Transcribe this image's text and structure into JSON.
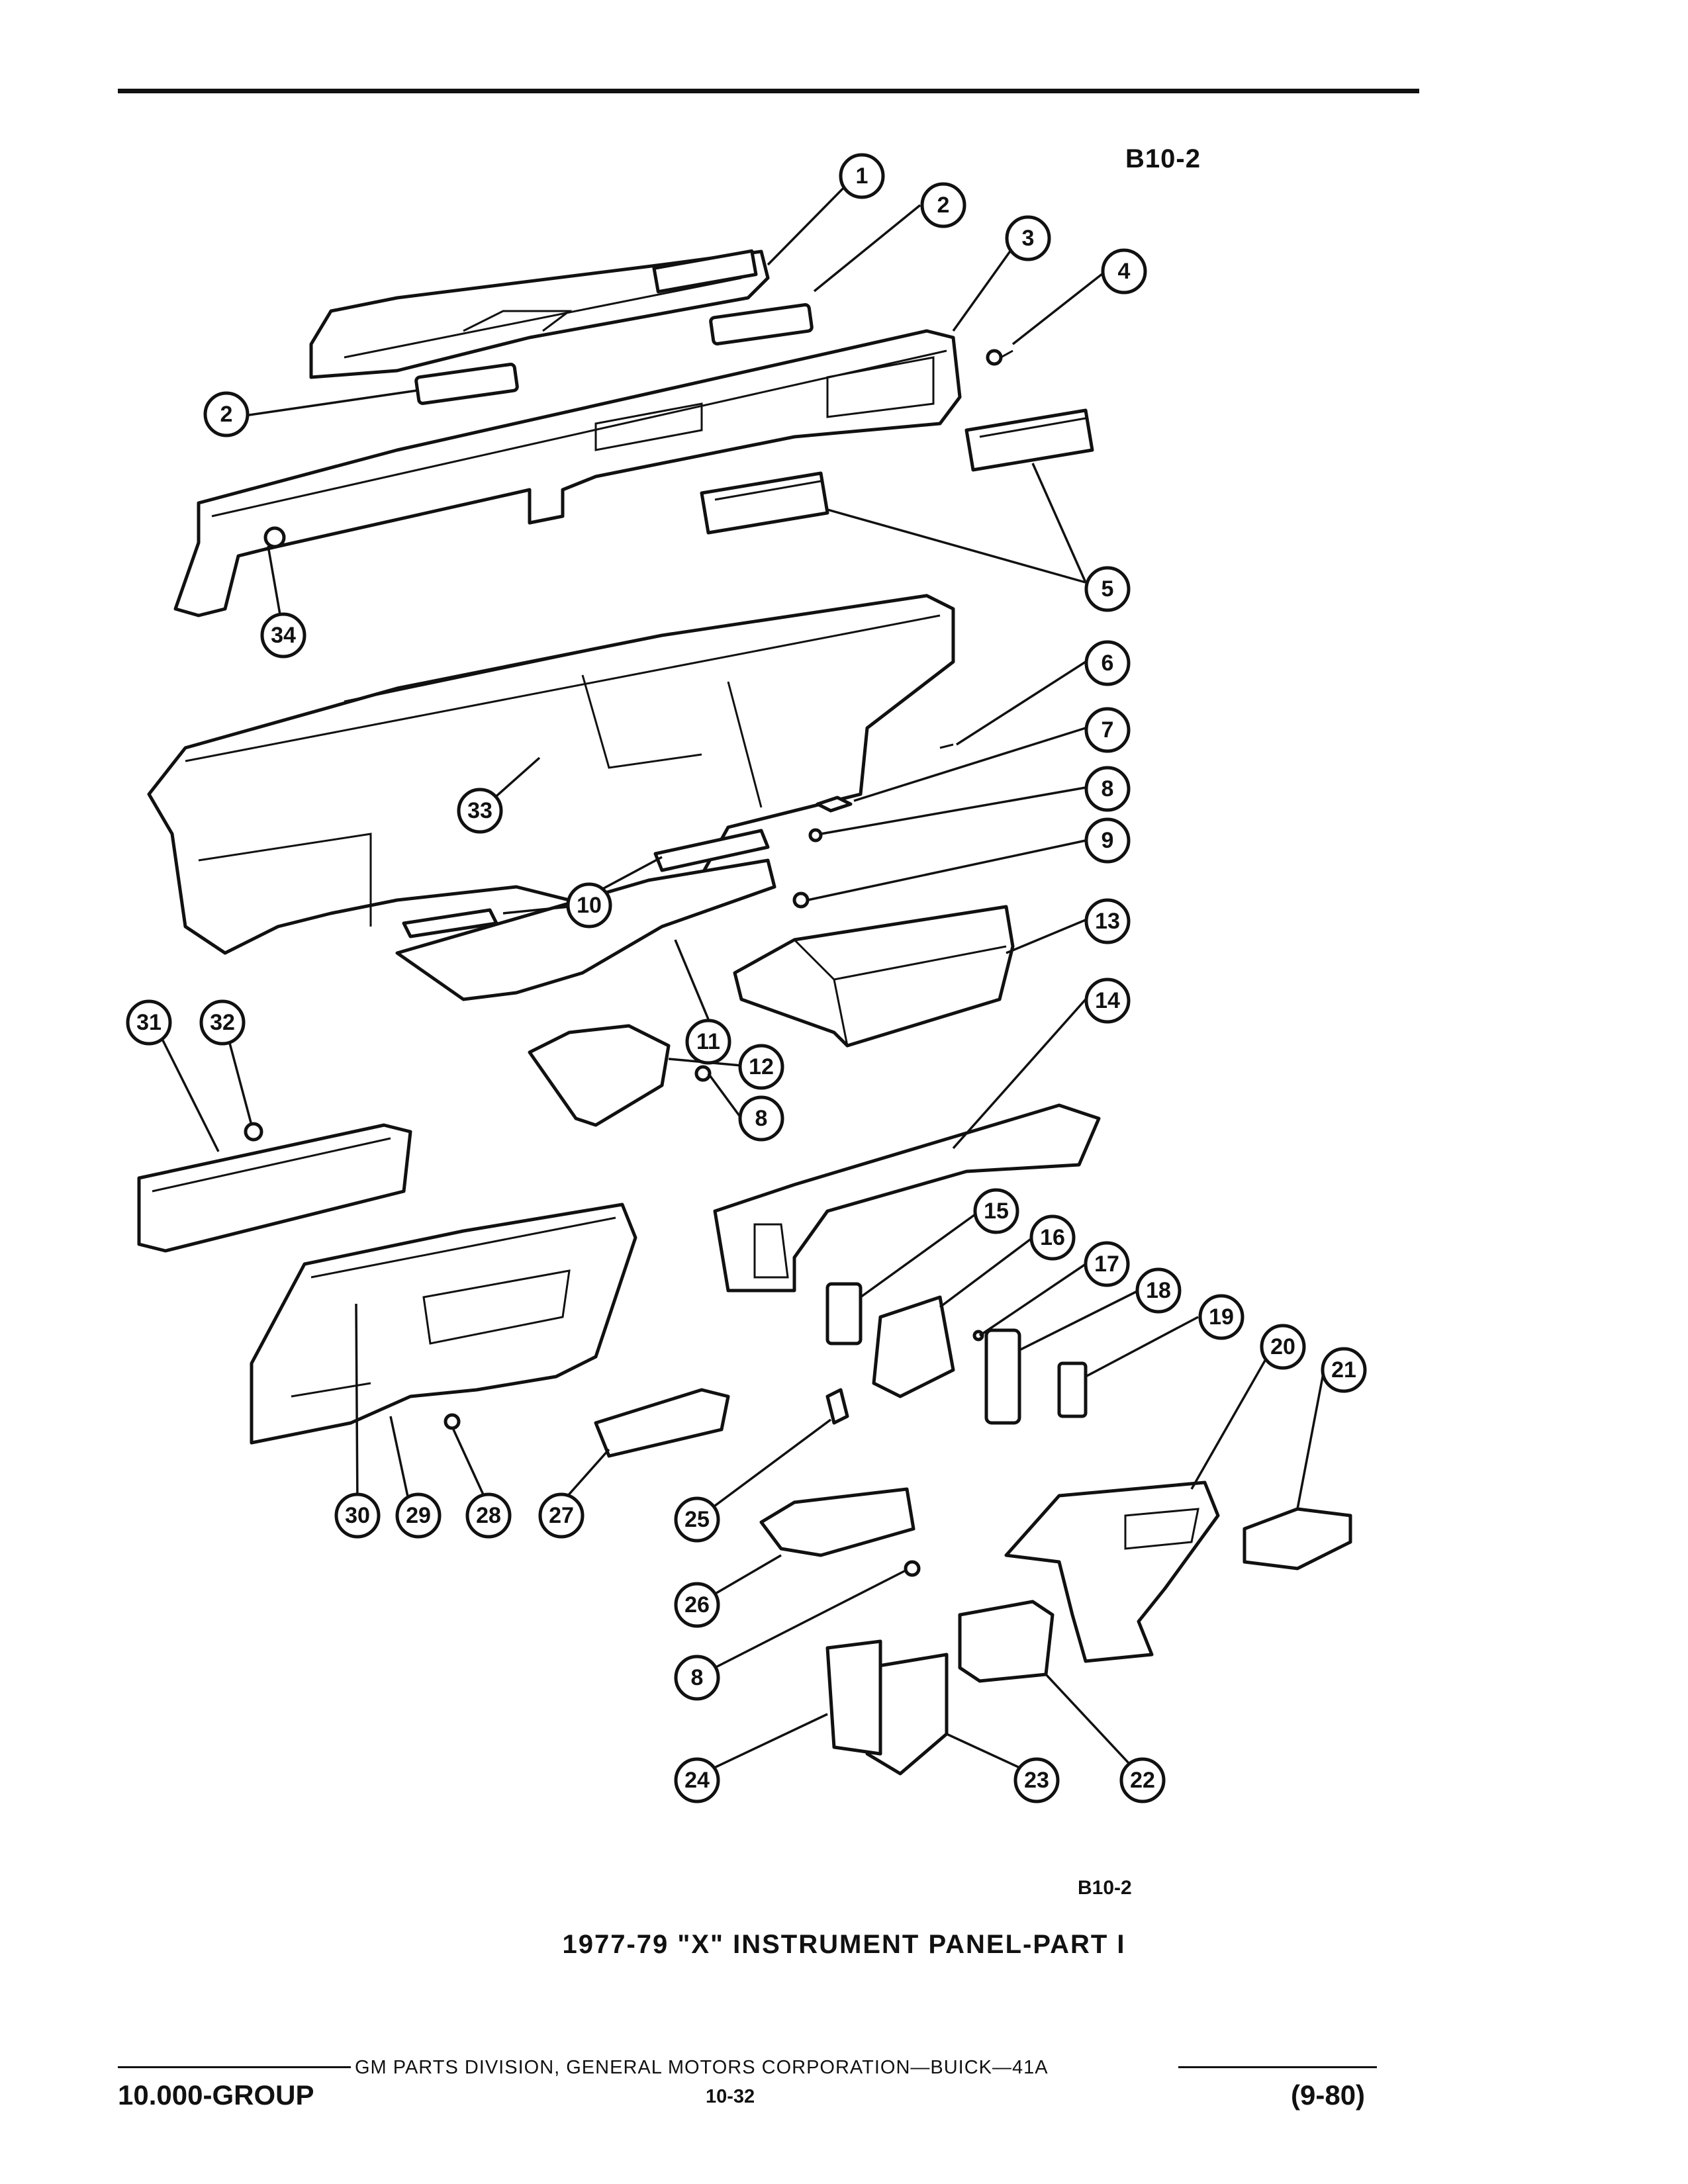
{
  "figure_code_top": "B10-2",
  "figure_code_bottom": "B10-2",
  "caption": "1977-79 \"X\" INSTRUMENT PANEL-PART I",
  "footer": {
    "publisher": "GM PARTS DIVISION, GENERAL MOTORS CORPORATION—BUICK—41A",
    "group": "10.000-GROUP",
    "page": "10-32",
    "date": "(9-80)"
  },
  "callouts": {
    "c1": "1",
    "c2a": "2",
    "c2b": "2",
    "c3": "3",
    "c4": "4",
    "c5": "5",
    "c6": "6",
    "c7": "7",
    "c8a": "8",
    "c8b": "8",
    "c8c": "8",
    "c9": "9",
    "c10": "10",
    "c11": "11",
    "c12": "12",
    "c13": "13",
    "c14": "14",
    "c15": "15",
    "c16": "16",
    "c17": "17",
    "c18": "18",
    "c19": "19",
    "c20": "20",
    "c21": "21",
    "c22": "22",
    "c23": "23",
    "c24": "24",
    "c25": "25",
    "c26": "26",
    "c27": "27",
    "c28": "28",
    "c29": "29",
    "c30": "30",
    "c31": "31",
    "c32": "32",
    "c33": "33",
    "c34": "34"
  }
}
